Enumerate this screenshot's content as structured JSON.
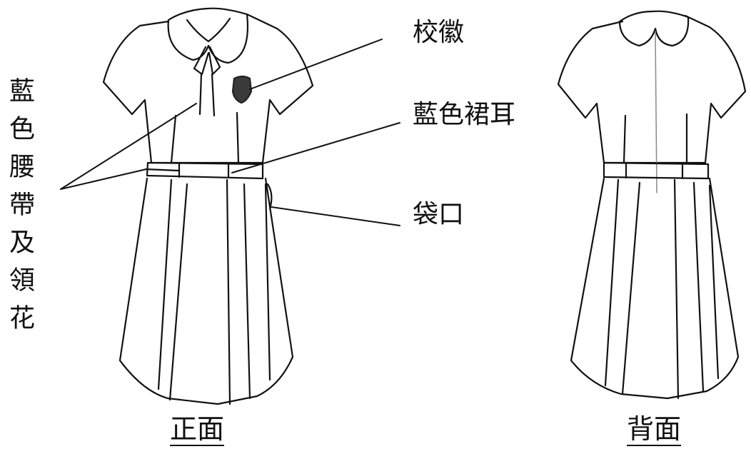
{
  "labels": {
    "badge": "校徽",
    "blue_skirt_ear": "藍色裙耳",
    "pocket": "袋口",
    "blue_belt_and_bow": "藍色腰帶及領花"
  },
  "captions": {
    "front": "正面",
    "back": "背面"
  },
  "colors": {
    "line": "#111111",
    "badge": "#3a3a3a",
    "background": "#ffffff"
  }
}
